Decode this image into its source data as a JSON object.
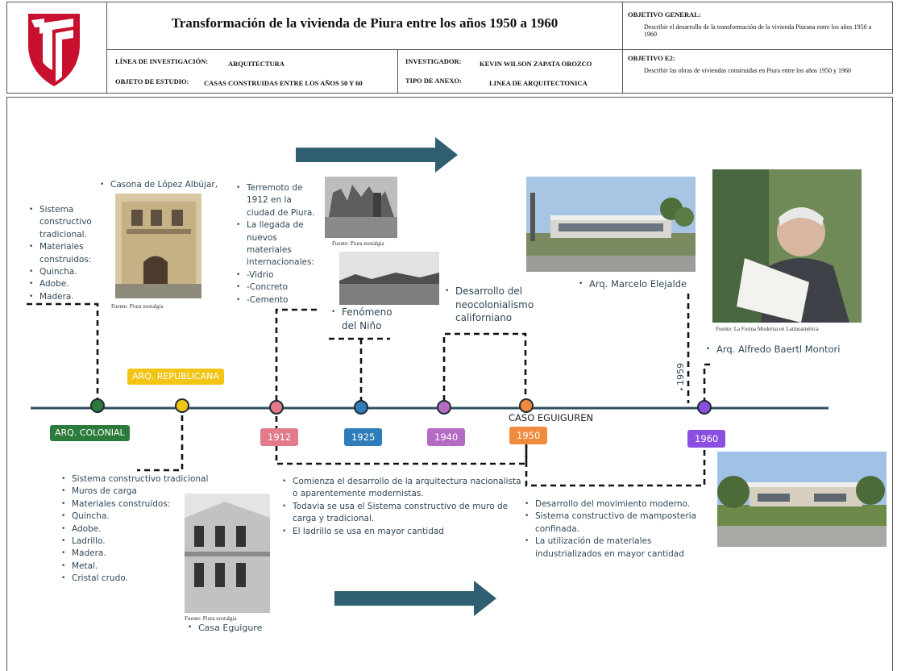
{
  "header": {
    "title": "Transformación de la vivienda de Piura entre los años 1950 a 1960",
    "linea_label": "LÍNEA DE INVESTIGACIÓN:",
    "linea_value": "ARQUITECTURA",
    "objeto_label": "OBJETO DE ESTUDIO:",
    "objeto_value": "CASAS CONSTRUIDAS ENTRE LOS AÑOS 50 Y 60",
    "investigador_label": "INVESTIGADOR:",
    "investigador_value": "KEVIN WILSON ZAPATA OROZCO",
    "anexo_label": "TIPO DE ANEXO:",
    "anexo_value": "LINEA DE  ARQUITECTONICA",
    "objetivo_general_label": "OBJETIVO GENERAL:",
    "objetivo_general_text": "Describir el desarrollo de la transformación de la vivienda Piurana entre los años 1950 a 1960",
    "objetivo_e2_label": "OBJETIVO E2:",
    "objetivo_e2_text": "Describir las obras de viviendas construidas en Piura entre los años 1950 y 1960"
  },
  "timeline": {
    "arq_colonial": "ARQ. COLONIAL",
    "arq_republicana": "ARQ. REPUBLICANA",
    "years": [
      "1912",
      "1925",
      "1940",
      "1950",
      "1960"
    ],
    "year_1959": "1959",
    "caso_eguiguren": "CASO EGUIGUREN"
  },
  "colonial_list": [
    "Sistema constructivo tradicional.",
    "Materiales construidos:",
    "Quincha.",
    "Adobe.",
    "Madera."
  ],
  "casona_label": "Casona de López Albújar,",
  "caption_piura": "Fuente: Piura nostalgia",
  "caption_piura2": "Fuente: Piura nostalgia",
  "caption_piura3": "Fuente: Piura nostalgia",
  "terremoto_list": [
    "Terremoto de 1912 en la ciudad de Piura.",
    "La llegada de nuevos materiales internacionales:",
    "-Vidrio",
    "-Concreto",
    "-Cemento"
  ],
  "fenomeno_label": "Fenómeno del Niño",
  "neocolonial_label": "Desarrollo del neocolonialismo californiano",
  "elejalde_label": "Arq. Marcelo Elejalde",
  "baertl_label": "Arq. Alfredo Baertl Montori",
  "caption_forma": "Fuente: La Forma Moderna en Latinoamérica",
  "republicana_list": [
    "Sistema constructivo tradicional",
    "Muros de carga",
    "Materiales construidos:",
    "Quincha.",
    "Adobe.",
    "Ladrillo.",
    "Madera.",
    "Metal.",
    "Cristal crudo."
  ],
  "casa_eguigure_label": "Casa Eguigure",
  "nacionalista_list": [
    "Comienza el desarrollo de la arquitectura nacionalista o aparentemente modernistas.",
    "Todavia se usa el Sistema constructivo de muro de carga y tradicional.",
    "El ladrillo se usa en mayor cantidad"
  ],
  "moderno_list": [
    "Desarrollo del movimiento moderno.",
    "Sistema constructivo de mamposteria confinada.",
    "La utilización de materiales industrializados en mayor cantidad"
  ],
  "colors": {
    "timeline": "#2e4e5e",
    "arrow": "#2f5f70",
    "colonial": "#2c7a3c",
    "republicana": "#f2c414",
    "y1912": "#e27a8a",
    "y1925": "#2e7dba",
    "y1940": "#b56bc1",
    "y1950": "#f08a3e",
    "y1960": "#8a4fe0",
    "logo": "#c8102e"
  }
}
